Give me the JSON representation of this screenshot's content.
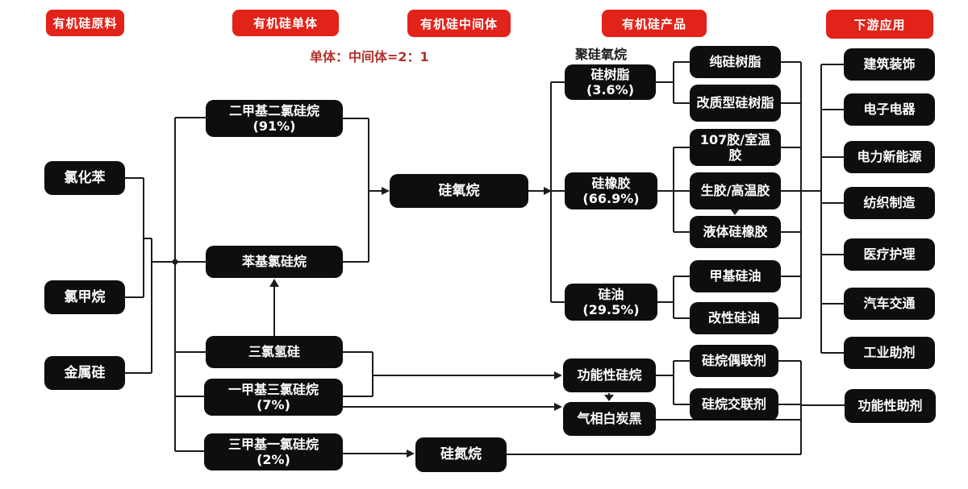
{
  "headers": [
    "有机硅原料",
    "有机硅单体",
    "有机硅中间体",
    "有机硅产品",
    "下游应用"
  ],
  "notes": {
    "ratio": "单体：中间体=2：1",
    "polysiloxane": "聚硅氧烷"
  },
  "raw_materials": [
    "氯化苯",
    "氯甲烷",
    "金属硅"
  ],
  "monomers": [
    {
      "name": "二甲基二氯硅烷",
      "share": "(91%)"
    },
    {
      "name": "苯基氯硅烷",
      "share": ""
    },
    {
      "name": "三氯氢硅",
      "share": ""
    },
    {
      "name": "一甲基三氯硅烷",
      "share": "(7%)"
    },
    {
      "name": "三甲基一氯硅烷",
      "share": "(2%)"
    }
  ],
  "intermediates": [
    "硅氧烷",
    "功能性硅烷",
    "气相白炭黑",
    "硅氮烷"
  ],
  "products": [
    {
      "name": "硅树脂",
      "share": "(3.6%)"
    },
    {
      "name": "硅橡胶",
      "share": "(66.9%)"
    },
    {
      "name": "硅油",
      "share": "(29.5%)"
    }
  ],
  "sub_products": [
    "纯硅树脂",
    "改质型硅树脂",
    "107胶/室温胶",
    "生胶/高温胶",
    "液体硅橡胶",
    "甲基硅油",
    "改性硅油",
    "硅烷偶联剂",
    "硅烷交联剂"
  ],
  "applications": [
    "建筑装饰",
    "电子电器",
    "电力新能源",
    "纺织制造",
    "医疗护理",
    "汽车交通",
    "工业助剂",
    "功能性助剂"
  ],
  "colors": {
    "header_red": "#e2231a",
    "node_black": "#0e0e0e",
    "line": "#1c1c1c",
    "ratio_text": "#b3322c"
  }
}
